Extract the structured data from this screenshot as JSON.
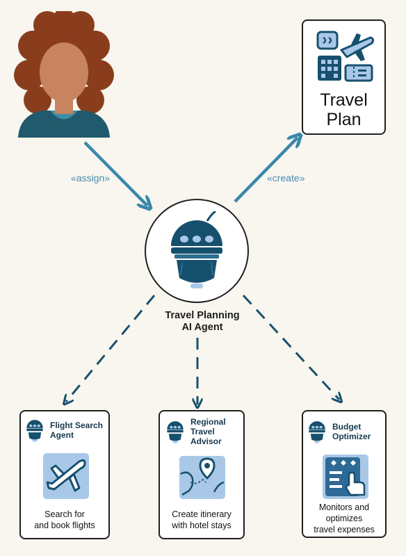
{
  "edges": {
    "assign": "«assign»",
    "create": "«create»"
  },
  "travel_plan": {
    "title_line1": "Travel",
    "title_line2": "Plan"
  },
  "main_agent": {
    "label_line1": "Travel Planning",
    "label_line2": "AI Agent"
  },
  "sub_agents": [
    {
      "title_line1": "Flight Search",
      "title_line2": "Agent",
      "title_line3": "",
      "desc_line1": "Search for",
      "desc_line2": "and book flights",
      "desc_line3": ""
    },
    {
      "title_line1": "Regional",
      "title_line2": "Travel",
      "title_line3": "Advisor",
      "desc_line1": "Create itinerary",
      "desc_line2": "with hotel stays",
      "desc_line3": ""
    },
    {
      "title_line1": "Budget",
      "title_line2": "Optimizer",
      "title_line3": "",
      "desc_line1": "Monitors and",
      "desc_line2": "optimizes",
      "desc_line3": "travel expenses"
    }
  ],
  "colors": {
    "background": "#f8f6ef",
    "accent_teal": "#3a88aa",
    "dark_navy": "#17506d",
    "icon_tile": "#a9c8e8",
    "skin": "#c8845f",
    "hair": "#8a3d1d",
    "shirt": "#215a6c"
  },
  "icons": {
    "person": "person-avatar-icon",
    "robot": "robot-agent-icon",
    "travel_plan": "travel-plan-icon",
    "flight": "airplane-icon",
    "map": "map-pin-icon",
    "budget": "budget-calculator-icon"
  }
}
